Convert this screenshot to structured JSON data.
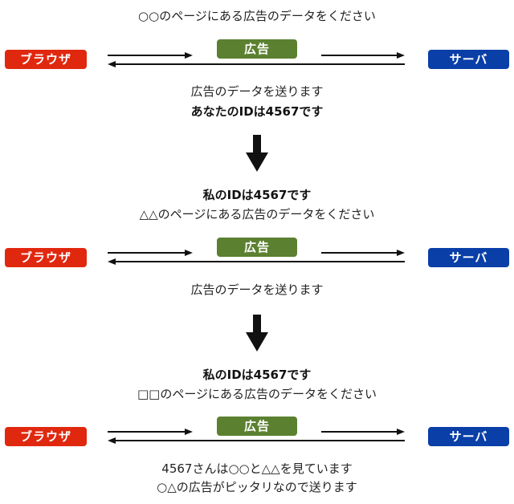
{
  "labels": {
    "browser": "ブラウザ",
    "server": "サーバ",
    "ad": "広告"
  },
  "colors": {
    "browser": "#e0280f",
    "server": "#0a3fa8",
    "ad": "#5b8030",
    "arrow": "#111111"
  },
  "steps": [
    {
      "request_lines": [
        "○○のページにある広告のデータをください"
      ],
      "response_lines": [
        "広告のデータを送ります",
        "あなたのIDは4567です"
      ]
    },
    {
      "request_lines": [
        "私のIDは4567です",
        "△△のページにある広告のデータをください"
      ],
      "response_lines": [
        "広告のデータを送ります"
      ]
    },
    {
      "request_lines": [
        "私のIDは4567です",
        "□□のページにある広告のデータをください"
      ],
      "response_lines": [
        "4567さんは○○と△△を見ています",
        "○△の広告がピッタリなので送ります"
      ]
    }
  ]
}
